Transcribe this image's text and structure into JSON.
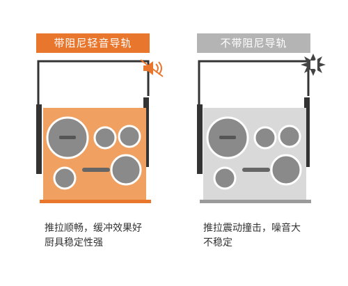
{
  "colors": {
    "accent": "#e8762c",
    "drawer_orange": "#f0a060",
    "drawer_gray": "#d9d9d9",
    "gray_title": "#b4b4b4",
    "rail": "#333333",
    "pot": "#8a8a8a"
  },
  "panels": [
    {
      "title": "带阻尼轻音导轨",
      "caption_lines": [
        "推拉顺畅，缓冲效果好",
        "厨具稳定性强"
      ],
      "icon": "quiet-speaker-icon"
    },
    {
      "title": "不带阻尼导轨",
      "caption_lines": [
        "推拉震动撞击，噪音大",
        "不稳定"
      ],
      "icon": "noise-burst-icon"
    }
  ]
}
